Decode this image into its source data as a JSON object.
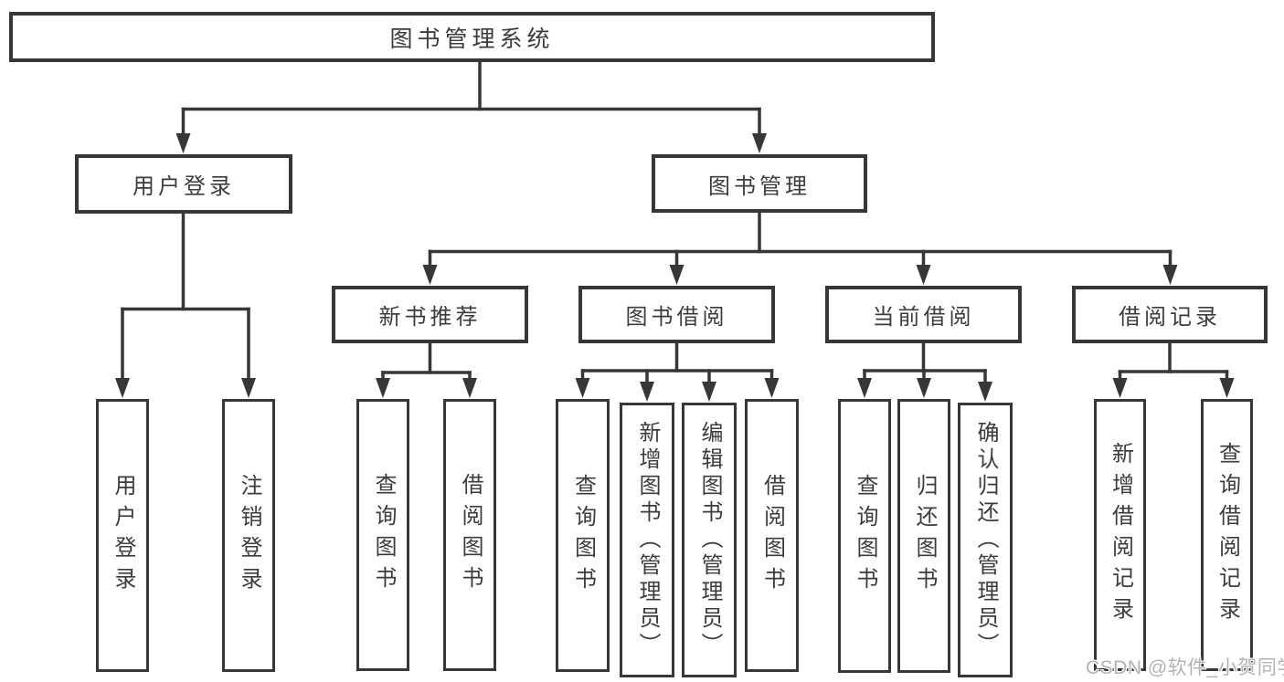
{
  "tree": {
    "root": {
      "label": "图书管理系统"
    },
    "branches": [
      {
        "label": "用户登录",
        "children": [
          {
            "label": "用户登录"
          },
          {
            "label": "注销登录"
          }
        ]
      },
      {
        "label": "图书管理",
        "children": [
          {
            "label": "新书推荐",
            "children": [
              {
                "label": "查询图书"
              },
              {
                "label": "借阅图书"
              }
            ]
          },
          {
            "label": "图书借阅",
            "children": [
              {
                "label": "查询图书"
              },
              {
                "label": "新增图书（管理员）"
              },
              {
                "label": "编辑图书（管理员）"
              },
              {
                "label": "借阅图书"
              }
            ]
          },
          {
            "label": "当前借阅",
            "children": [
              {
                "label": "查询图书"
              },
              {
                "label": "归还图书"
              },
              {
                "label": "确认归还（管理员）"
              }
            ]
          },
          {
            "label": "借阅记录",
            "children": [
              {
                "label": "新增借阅记录"
              },
              {
                "label": "查询借阅记录"
              }
            ]
          }
        ]
      }
    ]
  },
  "watermark": {
    "text": "CSDN @软件_小贺同学"
  },
  "colors": {
    "line": "#373737",
    "border": "#373737",
    "text": "#3c3c3c",
    "watermark": "#b3b3b3",
    "background": "#ffffff"
  }
}
